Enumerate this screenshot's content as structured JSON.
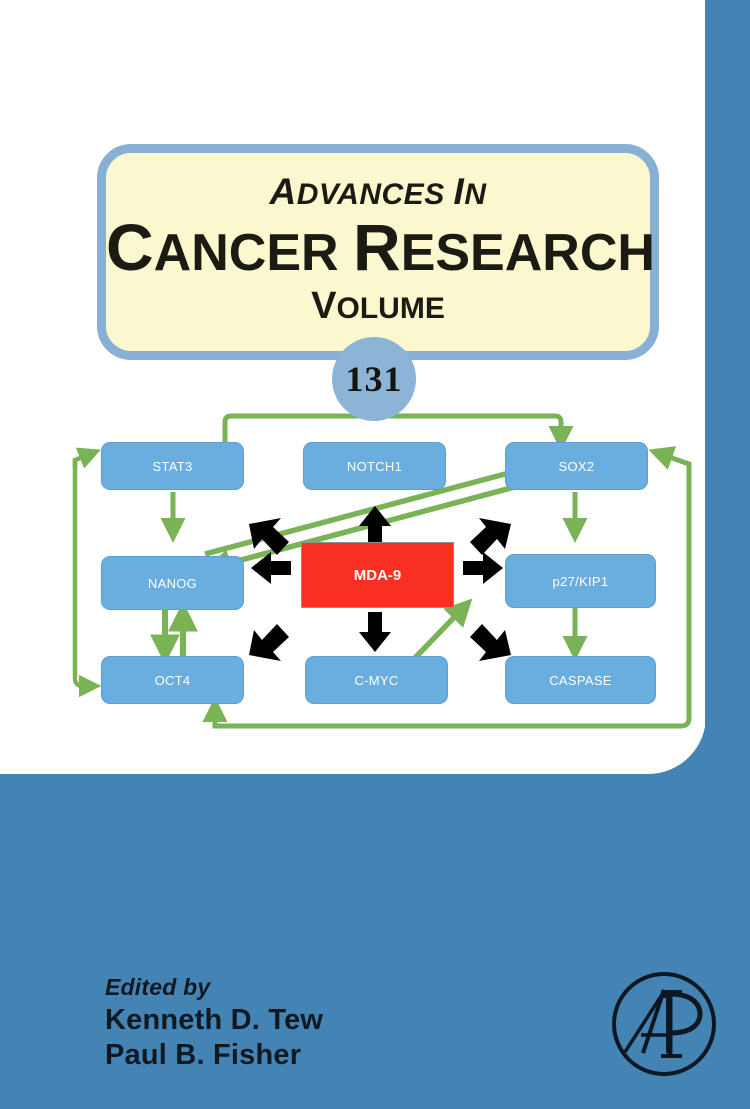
{
  "cover": {
    "series_prefix": "Advances in",
    "series_title": "Cancer Research",
    "volume_word": "Volume",
    "volume_number": "131",
    "edited_by_label": "Edited by",
    "editors": [
      "Kenneth D. Tew",
      "Paul B. Fisher"
    ],
    "publisher_logo": "academic-press-ap-logo"
  },
  "colors": {
    "cover_blue": "#4484b4",
    "plaque_border": "#87b0d4",
    "plaque_fill": "#fbf8cf",
    "node_blue": "#6aaee0",
    "node_red": "#f92f21",
    "arrow_green": "#7ab355",
    "arrow_black": "#000000",
    "badge_blue": "#8cb4d7",
    "text_dark": "#101821"
  },
  "diagram": {
    "title": "MDA-9 signaling network",
    "center_node": {
      "label": "MDA-9",
      "color": "#f92f21"
    },
    "nodes": [
      {
        "id": "stat3",
        "label": "STAT3",
        "row": 1,
        "col": 1
      },
      {
        "id": "notch1",
        "label": "NOTCH1",
        "row": 1,
        "col": 2
      },
      {
        "id": "sox2",
        "label": "SOX2",
        "row": 1,
        "col": 3
      },
      {
        "id": "nanog",
        "label": "NANOG",
        "row": 2,
        "col": 1
      },
      {
        "id": "p27kip1",
        "label": "p27/KIP1",
        "row": 2,
        "col": 3
      },
      {
        "id": "oct4",
        "label": "OCT4",
        "row": 3,
        "col": 1
      },
      {
        "id": "cmyc",
        "label": "C-MYC",
        "row": 3,
        "col": 2
      },
      {
        "id": "caspase",
        "label": "CASPASE",
        "row": 3,
        "col": 3
      }
    ],
    "edges": [
      {
        "from": "mda9",
        "to": "nanog",
        "style": "black-arrow",
        "direction": "left"
      },
      {
        "from": "mda9",
        "to": "p27kip1",
        "style": "black-arrow",
        "direction": "right"
      },
      {
        "from": "mda9",
        "to": "notch1",
        "style": "black-arrow",
        "direction": "up"
      },
      {
        "from": "mda9",
        "to": "cmyc",
        "style": "black-arrow",
        "direction": "down"
      },
      {
        "from": "mda9",
        "to": "stat3",
        "style": "black-arrow",
        "direction": "up-left"
      },
      {
        "from": "mda9",
        "to": "sox2",
        "style": "black-arrow",
        "direction": "up-right"
      },
      {
        "from": "mda9",
        "to": "oct4",
        "style": "black-arrow",
        "direction": "down-left"
      },
      {
        "from": "mda9",
        "to": "caspase",
        "style": "black-arrow",
        "direction": "down-right"
      },
      {
        "from": "stat3",
        "to": "nanog",
        "style": "green-arrow",
        "direction": "down"
      },
      {
        "from": "sox2",
        "to": "p27kip1",
        "style": "green-arrow",
        "direction": "down"
      },
      {
        "from": "p27kip1",
        "to": "caspase",
        "style": "green-arrow",
        "direction": "down"
      },
      {
        "from": "nanog",
        "to": "oct4",
        "style": "green-arrow",
        "direction": "bidirectional"
      },
      {
        "from": "nanog",
        "to": "sox2",
        "style": "green-diagonal-double",
        "direction": "bidirectional"
      },
      {
        "from": "cmyc",
        "to": "p27kip1",
        "style": "green-diagonal",
        "direction": "up-right"
      },
      {
        "from": "stat3",
        "to": "sox2",
        "style": "green-loop-top",
        "direction": "right"
      },
      {
        "from": "stat3",
        "to": "oct4",
        "style": "green-loop-left",
        "direction": "bidirectional"
      },
      {
        "from": "caspase",
        "to": "sox2",
        "style": "green-loop-right",
        "direction": "up"
      },
      {
        "from": "cmyc",
        "to": "caspase",
        "style": "green-loop-bottom",
        "direction": "right"
      }
    ]
  }
}
